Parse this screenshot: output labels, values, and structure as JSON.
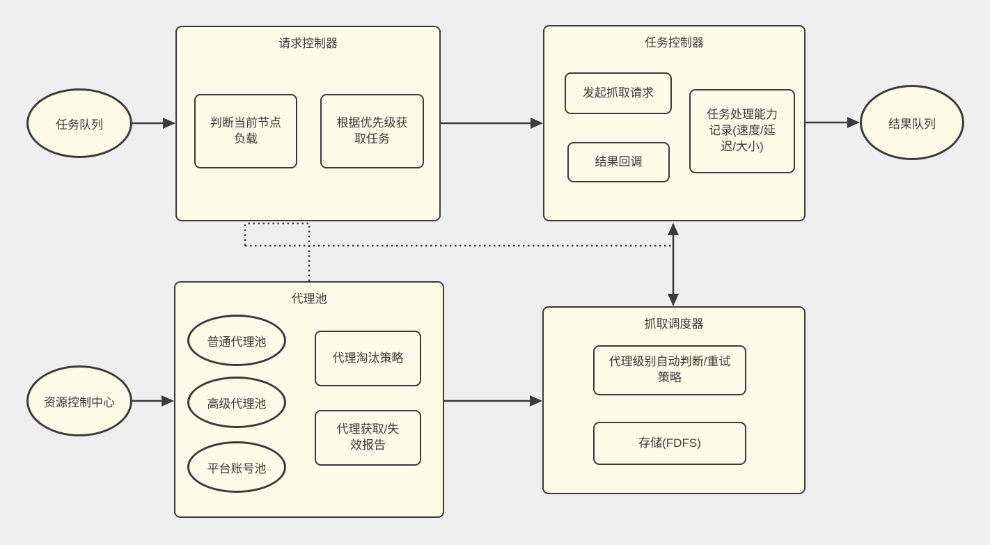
{
  "diagram": {
    "bg_color": "#efefef",
    "shape_fill": "#fbfbe8",
    "stroke_color": "#3b3b3b",
    "queues": {
      "task_queue": "任务队列",
      "result_queue": "结果队列",
      "resource_center": "资源控制中心"
    },
    "request_controller": {
      "title": "请求控制器",
      "items": [
        {
          "label": "判断当前节点负载"
        },
        {
          "label": "根据优先级获取任务"
        }
      ]
    },
    "task_controller": {
      "title": "任务控制器",
      "items": [
        {
          "label": "发起抓取请求"
        },
        {
          "label": "结果回调"
        },
        {
          "label": "任务处理能力记录(速度/延迟/大小)"
        }
      ]
    },
    "proxy_pool": {
      "title": "代理池",
      "pools": [
        {
          "label": "普通代理池"
        },
        {
          "label": "高级代理池"
        },
        {
          "label": "平台账号池"
        }
      ],
      "items": [
        {
          "label": "代理淘汰策略"
        },
        {
          "label": "代理获取/失效报告"
        }
      ]
    },
    "crawl_scheduler": {
      "title": "抓取调度器",
      "items": [
        {
          "label": "代理级别自动判断/重试策略"
        },
        {
          "label": "存储(FDFS)"
        }
      ]
    }
  }
}
